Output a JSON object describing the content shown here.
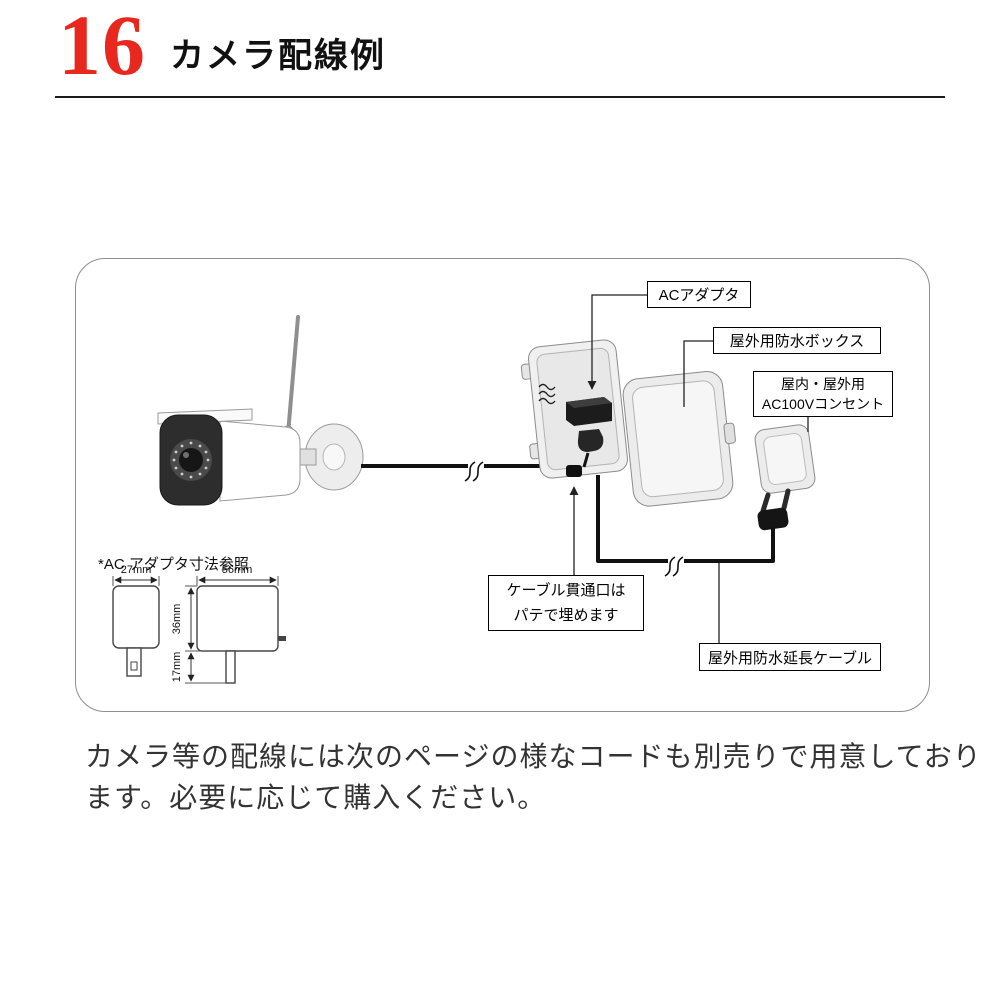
{
  "page": {
    "number": "16",
    "title": "カメラ配線例"
  },
  "colors": {
    "accent_red": "#e8281e"
  },
  "diagram": {
    "labels": {
      "ac_adapter": "ACアダプタ",
      "waterproof_box": "屋外用防水ボックス",
      "outlet_line1": "屋内・屋外用",
      "outlet_line2": "AC100Vコンセント",
      "cable_hole_line1": "ケーブル貫通口は",
      "cable_hole_line2": "パテで埋めます",
      "extension_cable": "屋外用防水延長ケーブル"
    },
    "inset": {
      "title": "*AC アダプタ寸法参照",
      "dim_front_width": "27mm",
      "dim_side_width": "56mm",
      "dim_side_height": "36mm",
      "dim_blade_height": "17mm"
    }
  },
  "footer": {
    "line1": "カメラ等の配線には次のページの様なコードも別売りで用意しており",
    "line2": "ます。必要に応じて購入ください。"
  }
}
